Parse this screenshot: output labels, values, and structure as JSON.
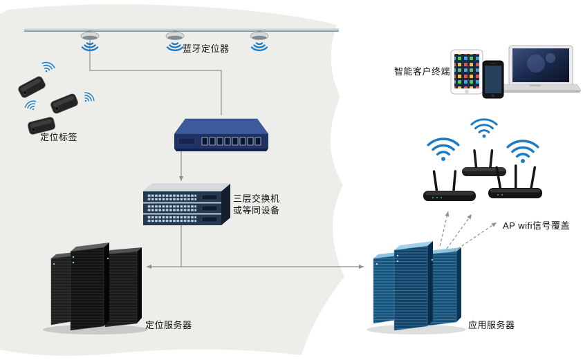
{
  "diagram": {
    "type": "network-topology",
    "labels": {
      "bluetooth_locator": "蓝牙定位器",
      "location_tag": "定位标签",
      "l3_switch_line1": "三层交换机",
      "l3_switch_line2": "或等同设备",
      "location_server": "定位服务器",
      "app_server": "应用服务器",
      "smart_client": "智能客户终端",
      "ap_wifi": "AP wifi信号覆盖"
    },
    "colors": {
      "background_region": "#ededea",
      "signal_blue": "#1e7dc2",
      "switch_navy": "#1f3262",
      "rack_navy": "#223750",
      "server_dark": "#141414",
      "server_blue": "#0f4269",
      "connector_gray": "#8f8f8f"
    }
  }
}
